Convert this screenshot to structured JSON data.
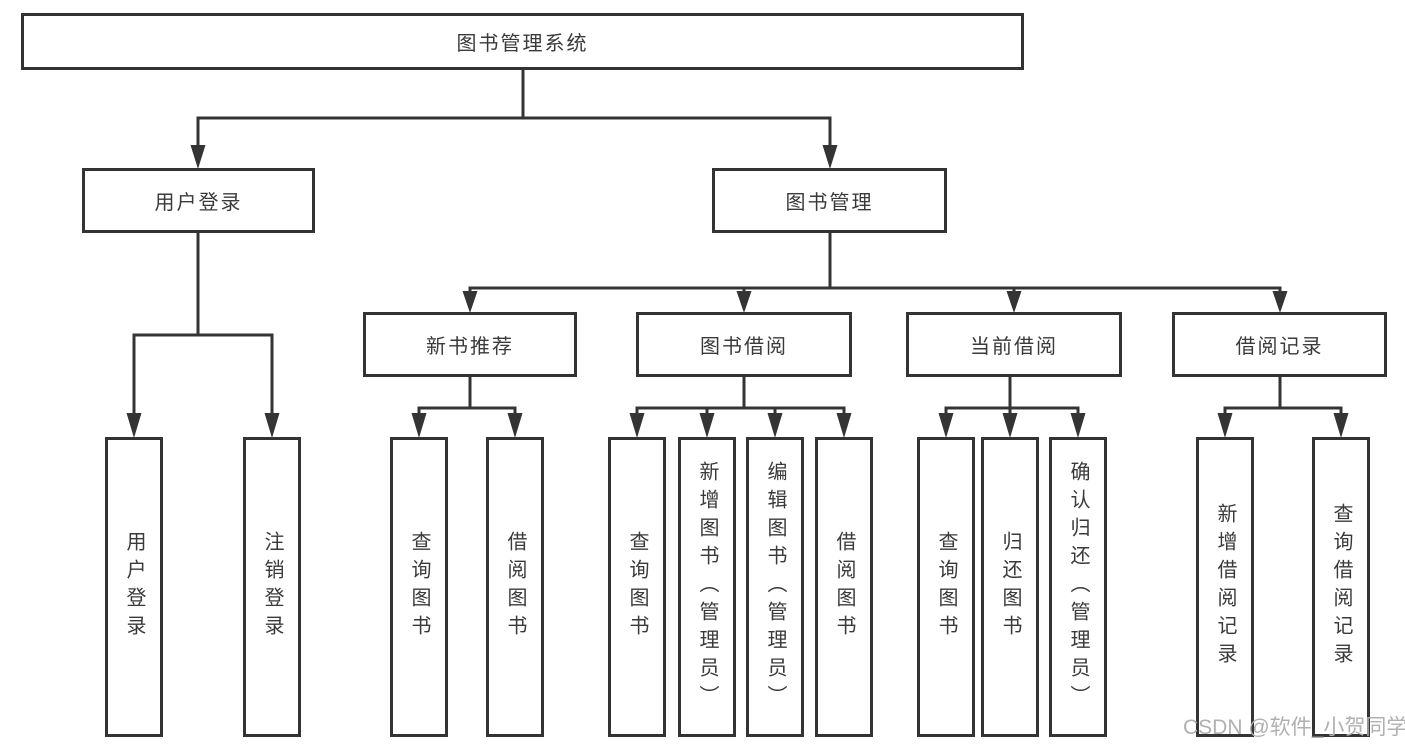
{
  "diagram": {
    "type": "hierarchy",
    "root": {
      "label": "图书管理系统",
      "children": [
        {
          "label": "用户登录",
          "children": [
            {
              "label": "用户登录"
            },
            {
              "label": "注销登录"
            }
          ]
        },
        {
          "label": "图书管理",
          "children": [
            {
              "label": "新书推荐",
              "children": [
                {
                  "label": "查询图书"
                },
                {
                  "label": "借阅图书"
                }
              ]
            },
            {
              "label": "图书借阅",
              "children": [
                {
                  "label": "查询图书"
                },
                {
                  "label": "新增图书（管理员）"
                },
                {
                  "label": "编辑图书（管理员）"
                },
                {
                  "label": "借阅图书"
                }
              ]
            },
            {
              "label": "当前借阅",
              "children": [
                {
                  "label": "查询图书"
                },
                {
                  "label": "归还图书"
                },
                {
                  "label": "确认归还（管理员）"
                }
              ]
            },
            {
              "label": "借阅记录",
              "children": [
                {
                  "label": "新增借阅记录"
                },
                {
                  "label": "查询借阅记录"
                }
              ]
            }
          ]
        }
      ]
    }
  },
  "watermark": {
    "text": "CSDN @软件_小贺同学"
  },
  "colors": {
    "line": "#343434",
    "box_border": "#333333",
    "box_fill": "#ffffff",
    "text": "#3a3a3a",
    "watermark": "#b0b0b0",
    "background": "#ffffff"
  }
}
